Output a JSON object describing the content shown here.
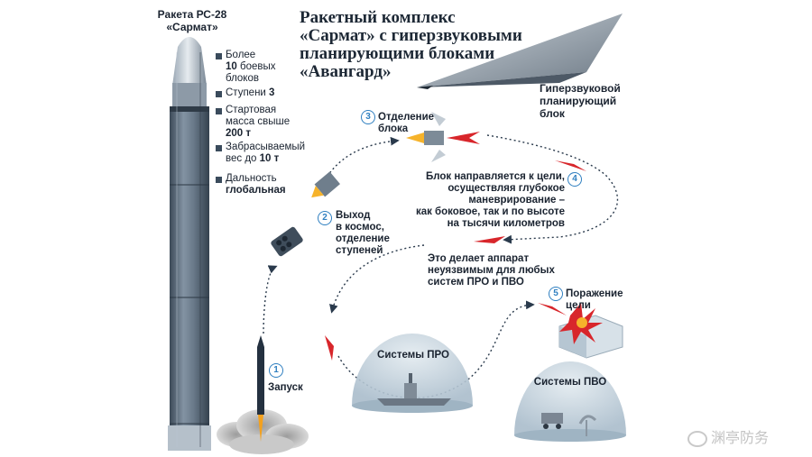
{
  "rocket": {
    "name_line1": "Ракета РС-28",
    "name_line2": "«Сармат»",
    "specs": [
      {
        "pre": "Более",
        "bold": "10",
        "post": " боевых",
        "line2": "блоков"
      },
      {
        "pre": "Ступени ",
        "bold": "3"
      },
      {
        "pre": "Стартовая",
        "line2": "масса свыше",
        "line3_bold": "200 т"
      },
      {
        "pre": "Забрасываемый",
        "line2_pre": "вес до ",
        "line2_bold": "10 т"
      },
      {
        "pre": "Дальность",
        "line2_bold": "глобальная"
      }
    ]
  },
  "title": {
    "line1": "Ракетный комплекс",
    "line2": "«Сармат» с гиперзвуковыми",
    "line3": "планирующими блоками",
    "line4": "«Авангард»"
  },
  "glider_label": {
    "line1": "Гиперзвуковой",
    "line2": "планирующий",
    "line3": "блок"
  },
  "steps": [
    {
      "num": "1",
      "line1": "Запуск"
    },
    {
      "num": "2",
      "line1": "Выход",
      "line2": "в космос,",
      "line3": "отделение",
      "line4": "ступеней"
    },
    {
      "num": "3",
      "line1": "Отделение",
      "line2": "блока"
    },
    {
      "num": "4",
      "line1": "Блок направляется к цели,",
      "line2": "осуществляя глубокое",
      "line3": "маневрирование –",
      "line4": "как боковое, так и по высоте",
      "line5": "на тысячи километров"
    },
    {
      "num": "5",
      "line1": "Поражение",
      "line2": "цели"
    }
  ],
  "note": {
    "line1": "Это делает аппарат",
    "line2": "неуязвимым для любых",
    "line3": "систем ПРО и ПВО"
  },
  "domes": {
    "abm": "Системы ПРО",
    "air": "Системы ПВО"
  },
  "watermark": "渊亭防务",
  "colors": {
    "accent_blue": "#2f7fc0",
    "red_glider": "#d8262b",
    "rocket_body": "#5d6d7e",
    "dome": "#b9c8d3",
    "text_dark": "#1a2330"
  }
}
